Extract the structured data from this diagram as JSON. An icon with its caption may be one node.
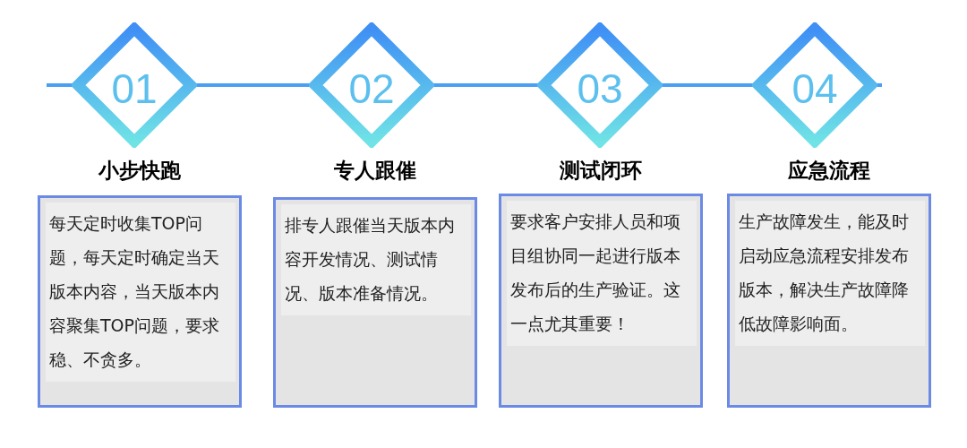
{
  "diagram": {
    "nodes": [
      {
        "text": [
          "01"
        ]
      },
      {
        "text": [
          "02"
        ]
      },
      {
        "text": [
          "03"
        ]
      },
      {
        "text": [
          "04"
        ]
      },
      {
        "text": [
          "小步快跑",
          "每天定时收集TOP问题，每天定时确定当天版本内容，当天版本内容聚集TOP问题，要求稳、不贪多。"
        ]
      },
      {
        "text": [
          "专人跟催",
          "排专人跟催当天版本内容开发情况、测试情况、版本准备情况。"
        ]
      },
      {
        "text": [
          "测试闭环",
          "要求客户安排人员和项目组协同一起进行版本发布后的生产验证。这一点尤其重要！"
        ]
      },
      {
        "text": [
          "应急流程",
          "生产故障发生，能及时启动应急流程安排发布版本，解决生产故障降低故障影响面。"
        ]
      }
    ],
    "edges": [
      {
        "from": null,
        "to": 0,
        "arrow": "none"
      },
      {
        "from": 0,
        "to": 1,
        "arrow": "none"
      },
      {
        "from": 1,
        "to": 2,
        "arrow": "none"
      },
      {
        "from": 2,
        "to": 3,
        "arrow": "none"
      },
      {
        "from": 3,
        "to": null,
        "arrow": "none"
      }
    ]
  }
}
